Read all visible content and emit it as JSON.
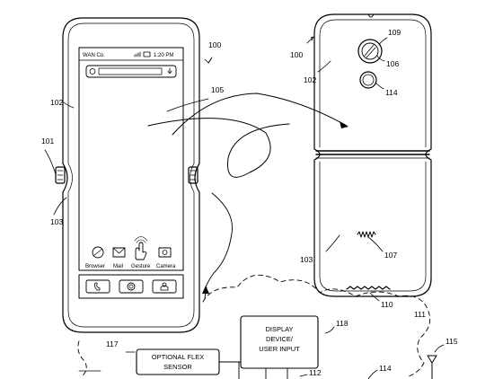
{
  "labels": {
    "device_left": "100",
    "device_right": "100",
    "housing_upper_left": "102",
    "housing_upper_right": "102",
    "hinge": "101",
    "housing_lower_left": "103",
    "housing_lower_right": "103",
    "display": "105",
    "camera": "106",
    "speaker": "107",
    "flash_unit": "109",
    "bottom_port": "110",
    "network": "111",
    "processor": "112",
    "memory": "114",
    "antenna": "115",
    "flex_sensor": "117",
    "display_input": "118",
    "flash": "114"
  },
  "phone_ui": {
    "carrier": "WAN Co.",
    "time": "1:20 PM",
    "apps": [
      "Browser",
      "Mail",
      "Gesture",
      "Camera"
    ]
  },
  "boxes": {
    "display_device": [
      "DISPLAY",
      "DEVICE/",
      "USER INPUT"
    ],
    "optional_flex": [
      "OPTIONAL FLEX",
      "SENSOR"
    ]
  }
}
